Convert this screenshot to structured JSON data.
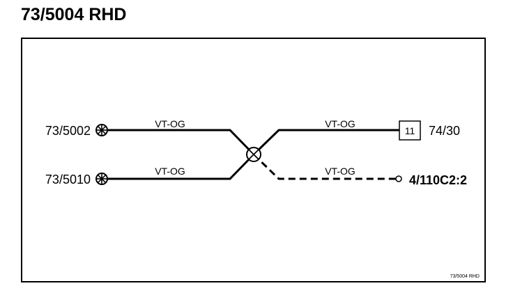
{
  "title": "73/5004 RHD",
  "diagram": {
    "left_connectors": [
      {
        "label": "73/5002",
        "wire_label": "VT-OG"
      },
      {
        "label": "73/5010",
        "wire_label": "VT-OG"
      }
    ],
    "right_connectors": [
      {
        "label": "74/30",
        "pin": "11",
        "wire_label": "VT-OG"
      },
      {
        "label": "4/110C2:2",
        "wire_label": "VT-OG",
        "dashed": true
      }
    ],
    "footer_ref": "73/5004 RHD"
  }
}
